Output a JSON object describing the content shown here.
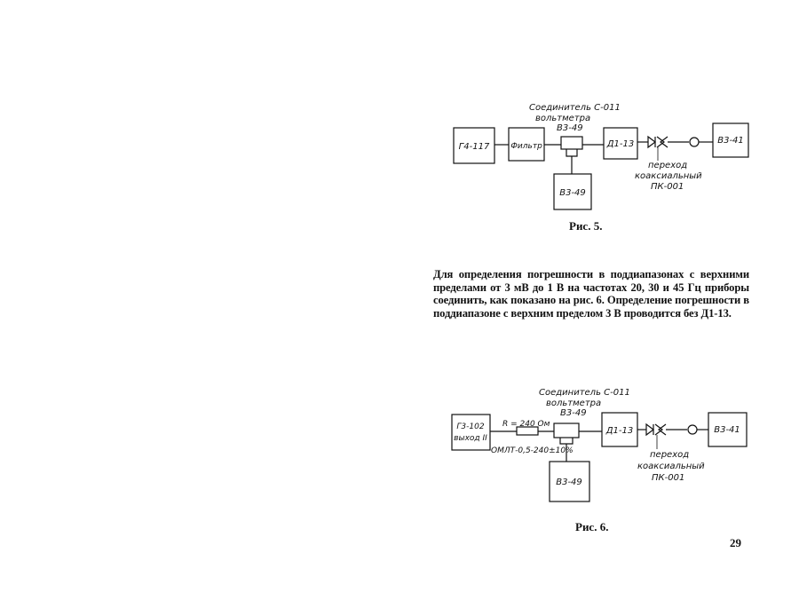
{
  "fig5": {
    "caption": "Рис. 5.",
    "connector_label": [
      "Соединитель С-011",
      "вольтметра",
      "В3-49"
    ],
    "blocks": {
      "gen": "Г4-117",
      "filter": "Фильтр",
      "att": "Д1-13",
      "volt_bottom": "В3-49",
      "volt_right": "В3-41"
    },
    "adapter_label": [
      "переход",
      "коаксиальный",
      "ПК-001"
    ]
  },
  "paragraph": "Для определения погрешности в поддиапазонах с верхними пределами от 3 мВ до 1 В на частотах 20, 30 и 45 Гц приборы соединить, как показано на рис. 6. Определение погрешности в поддиапазоне с верхним пределом 3 В проводится без Д1-13.",
  "fig6": {
    "caption": "Рис. 6.",
    "connector_label": [
      "Соединитель С-011",
      "вольтметра",
      "В3-49"
    ],
    "blocks": {
      "gen_line1": "Г3-102",
      "gen_line2": "выход II",
      "att": "Д1-13",
      "volt_bottom": "В3-49",
      "volt_right": "В3-41"
    },
    "resistor_value": "R = 240 Ом",
    "resistor_type": "ОМЛТ-0,5-240±10%",
    "adapter_label": [
      "переход",
      "коаксиальный",
      "ПК-001"
    ]
  },
  "page_number": "29"
}
